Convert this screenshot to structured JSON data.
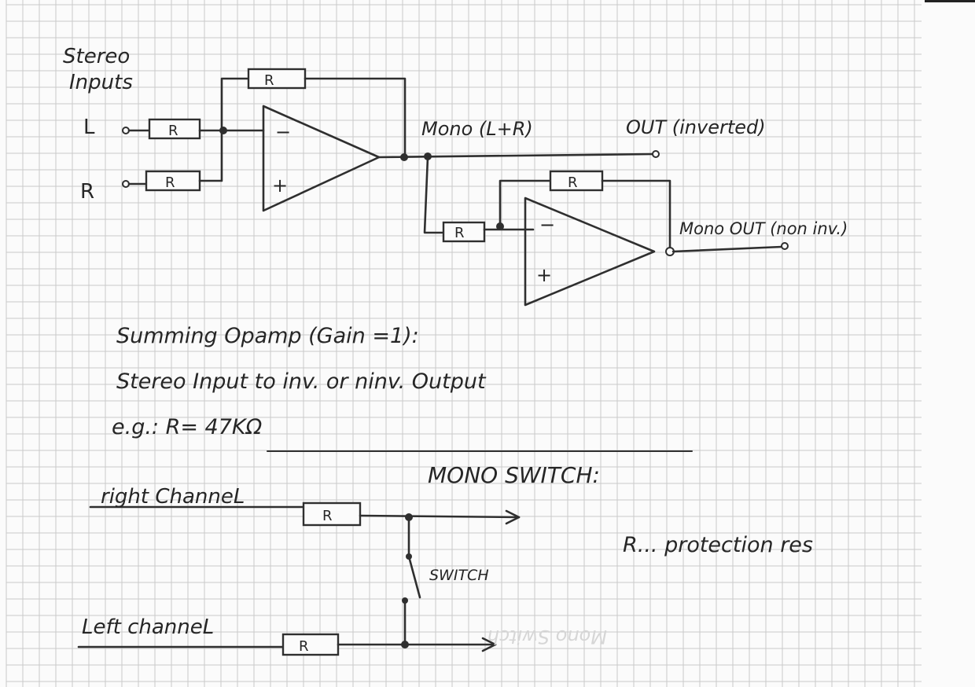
{
  "labels": {
    "stereo": "Stereo",
    "inputs": "Inputs",
    "left_input": "L",
    "right_input": "R",
    "resistor": "R",
    "minus": "−",
    "plus": "+",
    "mono_sum": "Mono (L+R)",
    "out_inverted": "OUT (inverted)",
    "mono_out_noninv": "Mono OUT (non inv.)"
  },
  "notes": {
    "line1": "Summing Opamp (Gain =1):",
    "line2": "Stereo Input  to  inv. or ninv. Output",
    "line3": "e.g.: R= 47KΩ"
  },
  "switch_section": {
    "title": "MONO SWITCH:",
    "right_channel": "right ChanneL",
    "left_channel": "Left channeL",
    "switch_label": "SWITCH",
    "legend": "R... protection res",
    "bleed": "Mono Switch"
  },
  "colors": {
    "ink": "#2f2f2f",
    "paper": "#fbfbfb",
    "grid": "#c9c9c9"
  }
}
